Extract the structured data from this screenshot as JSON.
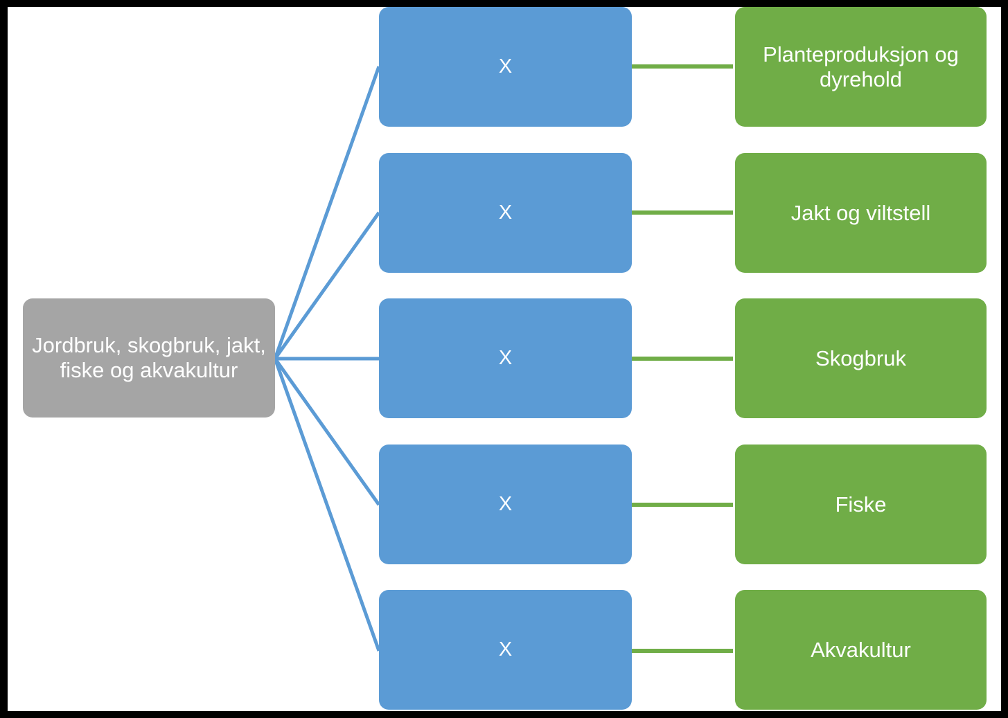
{
  "diagram": {
    "type": "hierarchy-tree",
    "orientation": "left-to-right",
    "background_color": "#ffffff",
    "frame_color": "#000000",
    "root": {
      "label": "Jordbruk, skogbruk, jakt, fiske og akvakultur",
      "color": "#a5a5a5",
      "text_color": "#ffffff"
    },
    "middle_column": {
      "color": "#5b9bd5",
      "text_color": "#ffffff",
      "nodes": [
        {
          "label": "X"
        },
        {
          "label": "X"
        },
        {
          "label": "X"
        },
        {
          "label": "X"
        },
        {
          "label": "X"
        }
      ]
    },
    "leaf_column": {
      "color": "#70ad47",
      "text_color": "#ffffff",
      "nodes": [
        {
          "label": "Planteproduksjon og dyrehold"
        },
        {
          "label": "Jakt og viltstell"
        },
        {
          "label": "Skogbruk"
        },
        {
          "label": "Fiske"
        },
        {
          "label": "Akvakultur"
        }
      ]
    },
    "connectors": {
      "root_to_middle_color": "#5b9bd5",
      "middle_to_leaf_color": "#70ad47"
    }
  }
}
